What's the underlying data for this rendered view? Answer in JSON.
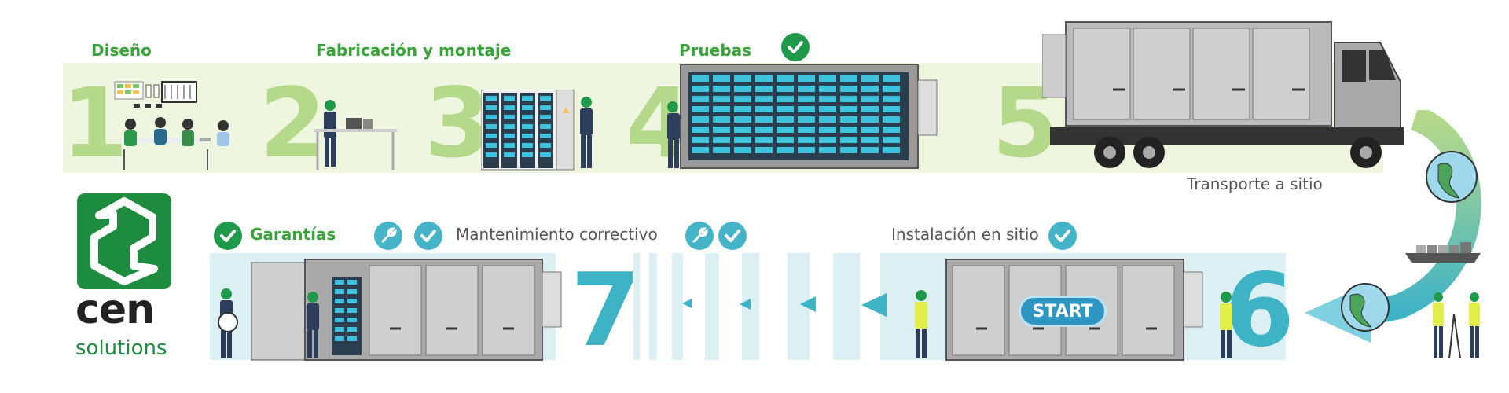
{
  "steps": {
    "s1": {
      "number": "1",
      "label": "Diseño"
    },
    "s2": {
      "number": "2",
      "label": "Fabricación y montaje"
    },
    "s3": {
      "number": "3"
    },
    "s4": {
      "number": "4",
      "label": "Pruebas"
    },
    "s5": {
      "number": "5",
      "label": "Transporte a sitio"
    },
    "s6": {
      "number": "6",
      "label": "Instalación en sitio"
    },
    "s7": {
      "number": "7",
      "label": "Mantenimiento correctivo"
    },
    "garantias": {
      "label": "Garantías"
    }
  },
  "start_button": "START",
  "logo": {
    "word": "cen",
    "sub": "solutions"
  },
  "colors": {
    "green_accent": "#1f9a4a",
    "green_numbers": "#b5d98a",
    "teal_numbers": "#3fb3c6",
    "light_green_band": "#eef6df",
    "light_teal_band": "#dcf0f4",
    "logo_green": "#1e8c3e"
  },
  "icons": [
    "check-icon",
    "wrench-icon",
    "globe-icon",
    "truck-icon",
    "ship-icon",
    "container-icon",
    "worker-icon",
    "arrow-left-icon"
  ]
}
